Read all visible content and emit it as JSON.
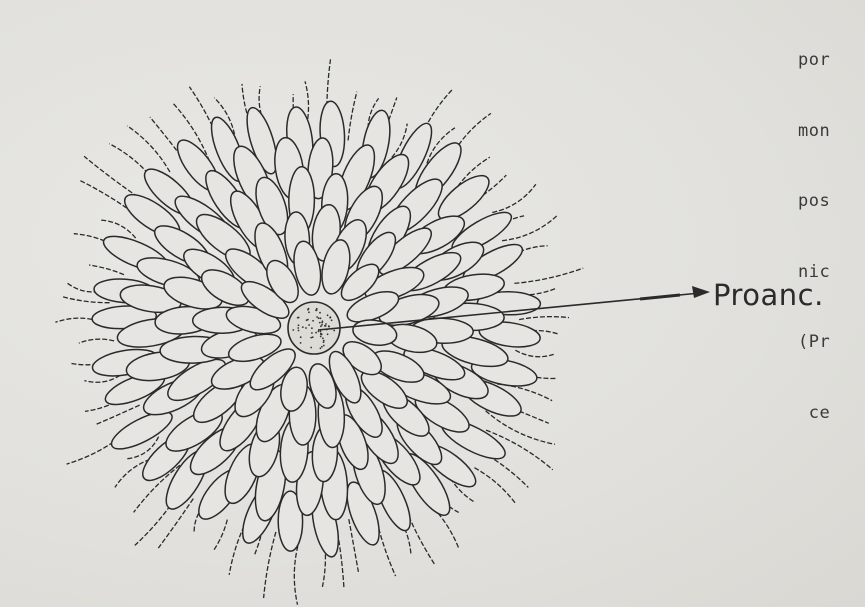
{
  "side_text": {
    "lines": [
      "por",
      "mon",
      "pos",
      "nic",
      "(Pr",
      " ce"
    ]
  },
  "figure": {
    "label": "Proanc."
  }
}
